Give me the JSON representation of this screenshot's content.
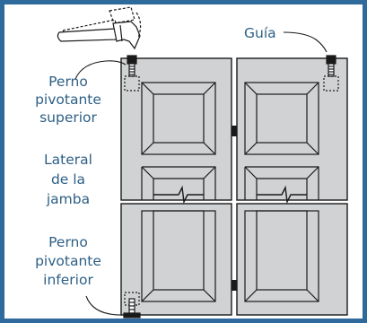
{
  "labels": {
    "guide": "Guía",
    "top_pivot": [
      "Perno",
      "pivotante",
      "superior"
    ],
    "jamb_side": [
      "Lateral",
      "de la",
      "jamba"
    ],
    "bottom_pivot": [
      "Perno",
      "pivotante",
      "inferior"
    ]
  },
  "colors": {
    "border": "#2e6a9b",
    "background": "#ffffff",
    "panel_fill": "#d0d2d4",
    "outline": "#1a1a1a",
    "label_text": "#2d5f86"
  },
  "icons": [
    "hammer-icon"
  ]
}
